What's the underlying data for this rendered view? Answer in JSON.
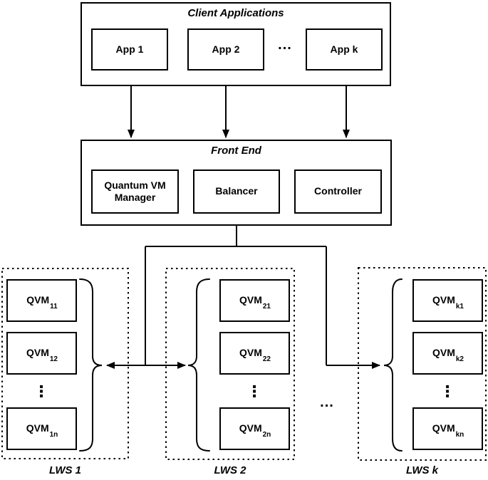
{
  "colors": {
    "stroke": "#000000",
    "background": "#ffffff"
  },
  "client_section": {
    "title": "Client Applications",
    "apps": [
      {
        "label": "App 1"
      },
      {
        "label": "App 2"
      },
      {
        "label": "App k"
      }
    ],
    "ellipsis": "..."
  },
  "front_end": {
    "title": "Front End",
    "components": [
      {
        "label": "Quantum VM Manager"
      },
      {
        "label": "Balancer"
      },
      {
        "label": "Controller"
      }
    ]
  },
  "clusters": [
    {
      "label": "LWS 1",
      "vdots": "⋮",
      "qvms": [
        {
          "base": "QVM",
          "sub": "11"
        },
        {
          "base": "QVM",
          "sub": "12"
        },
        {
          "base": "QVM",
          "sub": "1n"
        }
      ]
    },
    {
      "label": "LWS 2",
      "vdots": "⋮",
      "qvms": [
        {
          "base": "QVM",
          "sub": "21"
        },
        {
          "base": "QVM",
          "sub": "22"
        },
        {
          "base": "QVM",
          "sub": "2n"
        }
      ]
    },
    {
      "label": "LWS k",
      "vdots": "⋮",
      "qvms": [
        {
          "base": "QVM",
          "sub": "k1"
        },
        {
          "base": "QVM",
          "sub": "k2"
        },
        {
          "base": "QVM",
          "sub": "kn"
        }
      ]
    }
  ],
  "clusters_ellipsis": "..."
}
